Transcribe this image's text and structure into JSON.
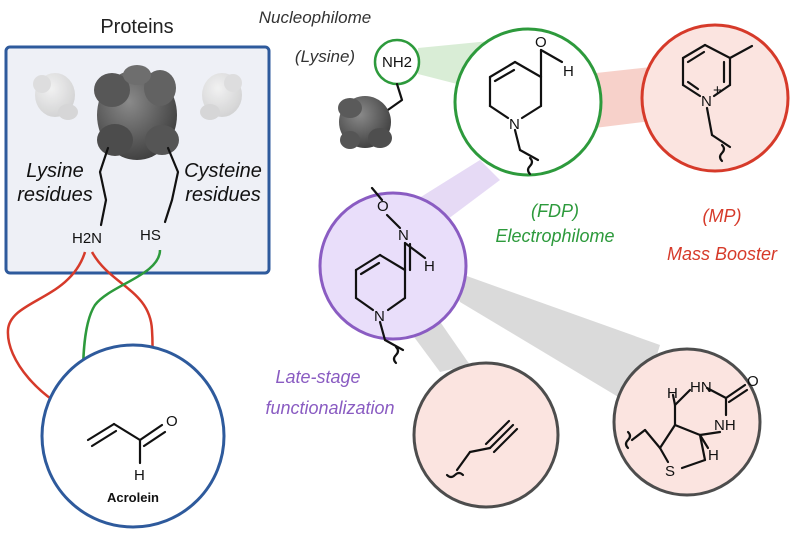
{
  "proteins_panel": {
    "title": "Proteins",
    "lysine_label": [
      "Lysine",
      "residues"
    ],
    "cysteine_label": [
      "Cysteine",
      "residues"
    ],
    "amine_group": "H2N",
    "thiol_group": "HS"
  },
  "acrolein": {
    "label": "Acrolein",
    "oxygen": "O",
    "hydrogen": "H"
  },
  "nucleophilome": {
    "label": [
      "Nucleophilome",
      "(Lysine)"
    ],
    "group": "NH2"
  },
  "fdp": {
    "label": [
      "(FDP)",
      "Electrophilome"
    ],
    "nitrogen": "N",
    "oxygen": "O",
    "hydrogen": "H"
  },
  "mp": {
    "label": [
      "(MP)",
      "Mass Booster"
    ],
    "nitrogen": "N",
    "charge": "+"
  },
  "late_stage": {
    "label": [
      "Late-stage",
      "functionalization"
    ],
    "nitrogen": "N",
    "oxime_n": "N",
    "oxime_o": "O",
    "hydrogen": "H"
  },
  "biotin": {
    "hn": "HN",
    "nh": "NH",
    "oxygen": "O",
    "sulfur": "S",
    "h1": "H",
    "h2": "H"
  },
  "colors": {
    "blue": "#2e5a9c",
    "green": "#2d9a3c",
    "red": "#d63a2a",
    "purple": "#8a5cc2",
    "purple_fill": "#e9defa",
    "green_fill": "#e8f6e6",
    "pink_fill": "#fbe4e0",
    "gray": "#4d4d4d"
  }
}
